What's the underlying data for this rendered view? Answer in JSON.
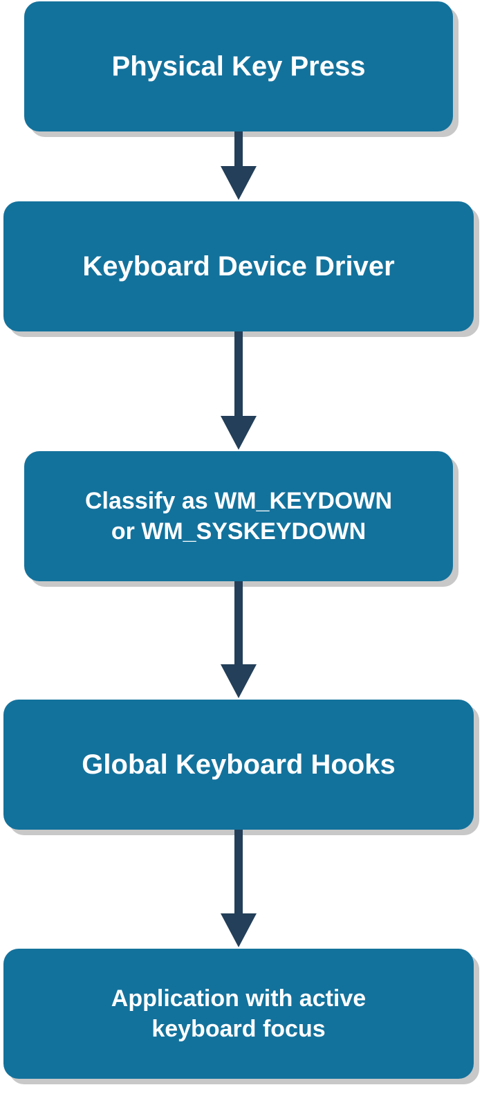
{
  "diagram": {
    "colors": {
      "node_fill": "#13729c",
      "node_text": "#ffffff",
      "shadow": "#c8c8c8",
      "arrow": "#233f59"
    },
    "nodes": [
      {
        "label": "Physical Key Press"
      },
      {
        "label": "Keyboard Device Driver"
      },
      {
        "label": "Classify as WM_KEYDOWN\nor WM_SYSKEYDOWN"
      },
      {
        "label": "Global Keyboard Hooks"
      },
      {
        "label": "Application with active\nkeyboard focus"
      }
    ],
    "edges": [
      {
        "from": "Physical Key Press",
        "to": "Keyboard Device Driver"
      },
      {
        "from": "Keyboard Device Driver",
        "to": "Classify as WM_KEYDOWN or WM_SYSKEYDOWN"
      },
      {
        "from": "Classify as WM_KEYDOWN or WM_SYSKEYDOWN",
        "to": "Global Keyboard Hooks"
      },
      {
        "from": "Global Keyboard Hooks",
        "to": "Application with active keyboard focus"
      }
    ]
  }
}
